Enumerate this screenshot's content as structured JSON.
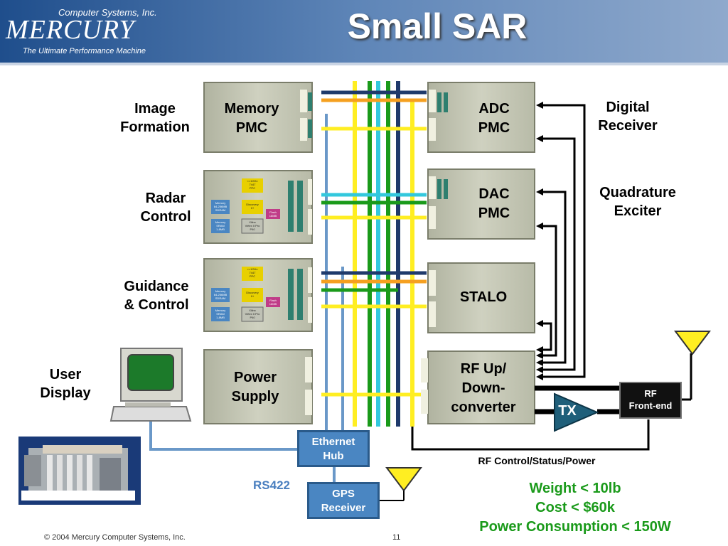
{
  "header": {
    "title": "Small SAR",
    "logo_top": "Computer Systems, Inc.",
    "logo_main": "MERCURY",
    "logo_tagline": "The Ultimate Performance Machine"
  },
  "left_labels": {
    "image_formation": [
      "Image",
      "Formation"
    ],
    "radar_control": [
      "Radar",
      "Control"
    ],
    "guidance": [
      "Guidance",
      "& Control"
    ],
    "user_display": [
      "User",
      "Display"
    ]
  },
  "left_boards": {
    "memory": [
      "Memory",
      "PMC"
    ],
    "power": [
      "Power",
      "Supply"
    ]
  },
  "chip": {
    "cpu": [
      "<=1GHz",
      "7447",
      "PPC"
    ],
    "mem": [
      "Memory",
      "64-256MB",
      "SDRAM"
    ],
    "disc": [
      "Discovery",
      "II+"
    ],
    "flash": [
      "Flash",
      "16MB"
    ],
    "sram": [
      "Memory",
      "SRAM",
      "1-8MB"
    ],
    "xil": [
      "Xilinx",
      "Virtex II Pro",
      "P40"
    ]
  },
  "right_boards": {
    "adc": [
      "ADC",
      "PMC"
    ],
    "dac": [
      "DAC",
      "PMC"
    ],
    "stalo": [
      "STALO"
    ],
    "rf": [
      "RF Up/",
      "Down-",
      "converter"
    ]
  },
  "right_labels": {
    "digital_receiver": [
      "Digital",
      "Receiver"
    ],
    "quadrature": [
      "Quadrature",
      "Exciter"
    ]
  },
  "units": {
    "ethernet_hub": [
      "Ethernet",
      "Hub"
    ],
    "gps_receiver": [
      "GPS",
      "Receiver"
    ],
    "rf_frontend": [
      "RF",
      "Front-end"
    ],
    "tx": "TX",
    "rs422": "RS422",
    "rf_control": "RF Control/Status/Power"
  },
  "specs": {
    "weight": "Weight < 10lb",
    "cost": "Cost < $60k",
    "power": "Power Consumption < 150W"
  },
  "footer": {
    "copyright": "© 2004 Mercury Computer Systems, Inc.",
    "page": "11"
  },
  "colors": {
    "bus_navy": "#1f3a6b",
    "bus_orange": "#f5a020",
    "bus_yellow": "#ffee22",
    "bus_green": "#1a9a1a",
    "bus_cyan": "#33c8dd",
    "eth_blue": "#6a98c8",
    "spec_green": "#1a9a1a"
  }
}
